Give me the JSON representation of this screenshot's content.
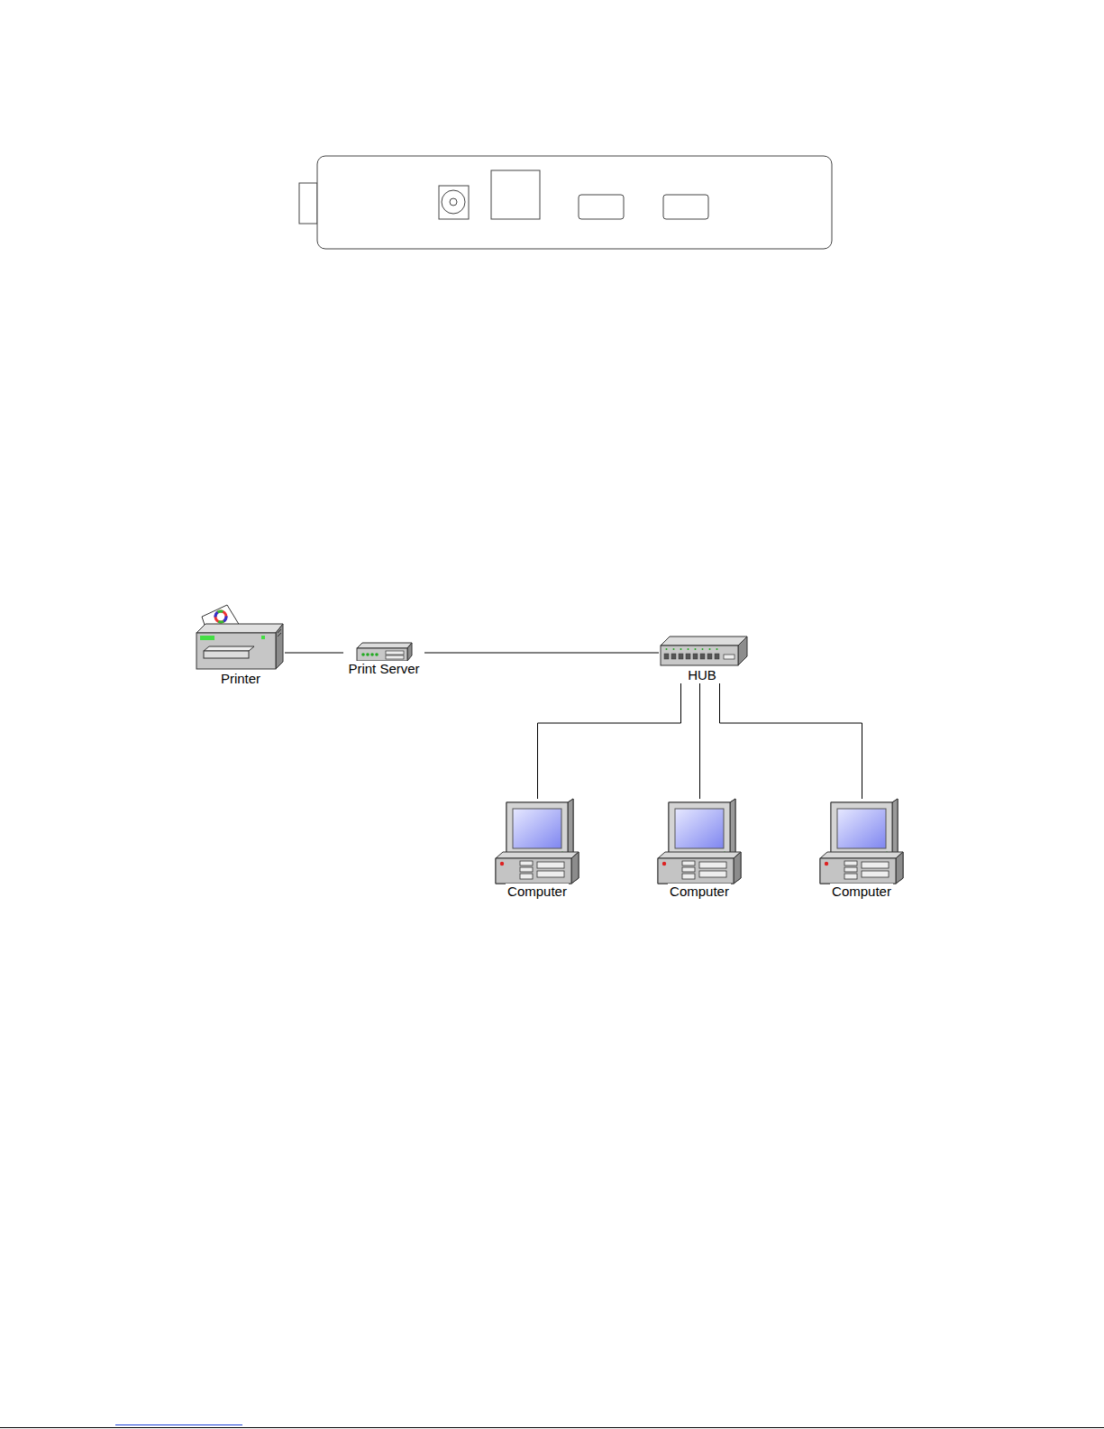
{
  "diagram": {
    "nodes": [
      {
        "text": [
          "Printer"
        ]
      },
      {
        "text": [
          "Print Server"
        ]
      },
      {
        "text": [
          "HUB"
        ]
      },
      {
        "text": [
          "Computer"
        ]
      },
      {
        "text": [
          "Computer"
        ]
      },
      {
        "text": [
          "Computer"
        ]
      }
    ],
    "edges": [
      {
        "from": 0,
        "to": 1,
        "arrow": "none"
      },
      {
        "from": 1,
        "to": 2,
        "arrow": "none"
      },
      {
        "from": 2,
        "to": 3,
        "arrow": "none"
      },
      {
        "from": 2,
        "to": 4,
        "arrow": "none"
      },
      {
        "from": 2,
        "to": 5,
        "arrow": "none"
      }
    ]
  }
}
